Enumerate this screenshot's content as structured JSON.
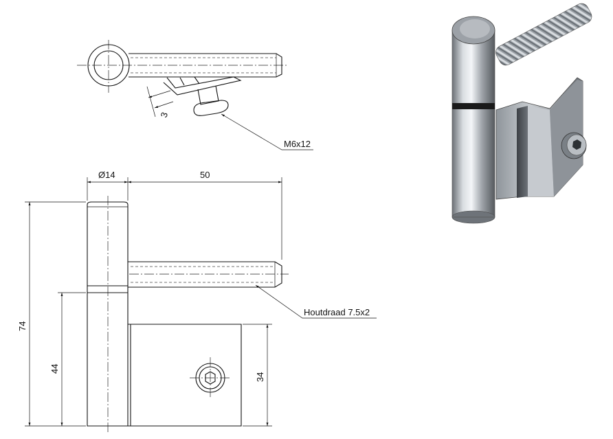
{
  "drawing": {
    "top_view": {
      "thickness_label": "3",
      "screw_callout": "M6x12"
    },
    "front_view": {
      "pin_diameter_label": "Ø14",
      "bolt_length_label": "50",
      "total_height_label": "74",
      "bolt_height_label": "44",
      "plate_height_label": "34",
      "thread_callout": "Houtdraad 7.5x2"
    }
  },
  "render": {
    "material": "stainless-steel",
    "colors": {
      "steel_light": "#e8ebee",
      "steel_mid": "#a9aeb4",
      "steel_dark": "#4c5157",
      "ring": "#1a1a1a"
    }
  }
}
